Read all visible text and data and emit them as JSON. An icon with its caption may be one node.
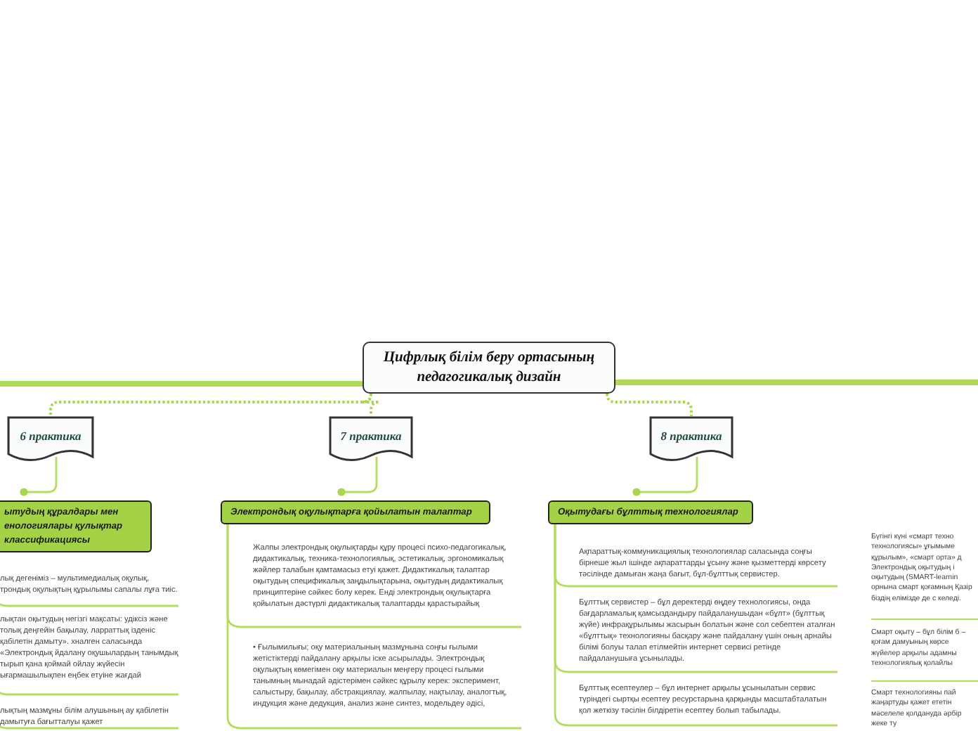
{
  "diagram": {
    "nodes": [
      {
        "text": [
          "Цифрлық білім беру ортасының педагогикалық дизайн"
        ]
      },
      {
        "text": [
          "6 практика"
        ]
      },
      {
        "text": [
          "7 практика"
        ]
      },
      {
        "text": [
          "8 практика"
        ]
      },
      {
        "text": [
          "ытудың құралдары мен енологиялары қулықтар классификациясы"
        ]
      },
      {
        "text": [
          "Электрондық оқулықтарға қойылатын  талаптар"
        ]
      },
      {
        "text": [
          "Оқытудағы бұлттық технологиялар"
        ]
      },
      {
        "text": [
          "лық дегеніміз – мультимедиалық оқулық, трондық оқулықтың құрылымы сапалы лұға тиіс."
        ]
      },
      {
        "text": [
          "лықтан оқытудың негізгі мақсаты: удіксіз және толық деңгейін бақылау, ларраттық ізденіс қабілетін дамыту». хналген саласында «Электрондық йдалану оқушылардың танымдық тырып қана қоймай ойлау жүйесін ығармашылықпен еңбек етуіне жағдай"
        ]
      },
      {
        "text": [
          "лықтың мазмұны білім алушының ау қабілетін дамытуға бағытталуы қажет"
        ]
      },
      {
        "text": [
          "Жалпы электрондық оқулықтарды құру процесі психо-педагогикалық, дидактикалық, техника-технологиялық, эстетикалық, эргономикалық жәйлер талабын қамтамасыз етуі қажет. Дидактикалық талаптар оқытудың спецификалық заңдылықтарына, оқытудың дидактикалық принциптеріне сәйкес болу керек. Енді электрондық оқулықтарға қойылатын дәстүрлі дидактикалық талаптарды қарастырайық"
        ]
      },
      {
        "text": [
          "•     Ғылымилығы; оқу материалының мазмұнына соңғы ғылыми жетістіктерді пайдалану арқылы іске асырылады. Электрондық оқулықтың көмегімен оқу материалын меңгеру процесі ғылыми танымның мынадай әдістерімен сәйкес құрылу керек: эксперимент, салыстыру, бақылау, абстракциялау, жалпылау, нақтылау, аналогтық, индукция және дедукция, анализ және синтез, модельдеу әдісі,"
        ]
      },
      {
        "text": [
          "Ақпараттық-коммуникациялық технологиялар саласында соңғы бірнеше жыл ішінде ақпараттарды ұсыну және қызметтерді көрсету тәсілінде дамыған жаңа бағыт, бұл-бұлттық сервистер."
        ]
      },
      {
        "text": [
          "Бұлттық сервистер – бұл деректерді өңдеу технологиясы, онда бағдарламалық қамсыздандыру пайдаланушыдан «бұлт» (бұлттық жүйе) инфрақұрылымы жасырын болатын және сол себептен аталған «бұлттық» технологияны басқару және пайдалану үшін оның арнайы білімі болуы талап етілмейтін интернет сервисі ретінде пайдаланушыға ұсынылады."
        ]
      },
      {
        "text": [
          "Бұлттық есептеулер – бұл интернет арқылы ұсынылатын сервис түріндегі сыртқы есептеу ресурстарына қарқынды масштабталатын қол жеткізу тәсілін білдіретін есептеу болып табылады."
        ]
      },
      {
        "text": [
          "Бүгінгі күні «смарт техно технологиясы» ұғымыме құрылым», «смарт орта» д Электрондық оқытудың і оқытудың (SMART-learnin орнына смарт қоғамның Қазір біздің елімізде де с келеді."
        ]
      },
      {
        "text": [
          "Смарт оқыту – бұл білім б – қоғам дамуының көрсе жүйелер арқылы адамны технологиялық қолайлы"
        ]
      },
      {
        "text": [
          "Смарт технологияны пай жаңартуды қажет ететін мәселеле қолдануда әрбір жеке ту"
        ]
      }
    ],
    "edges": [
      {
        "from": null,
        "to": 0,
        "arrow": "none",
        "style": "thick"
      },
      {
        "from": 0,
        "to": null,
        "arrow": "none",
        "style": "thick"
      },
      {
        "from": 0,
        "to": 1,
        "arrow": "none",
        "style": "dashed"
      },
      {
        "from": 0,
        "to": 2,
        "arrow": "none",
        "style": "dashed"
      },
      {
        "from": 0,
        "to": 3,
        "arrow": "none",
        "style": "dashed"
      },
      {
        "from": 1,
        "to": 4,
        "arrow": "other"
      },
      {
        "from": 2,
        "to": 5,
        "arrow": "other"
      },
      {
        "from": 3,
        "to": 6,
        "arrow": "other"
      },
      {
        "from": 4,
        "to": 7,
        "arrow": "none"
      },
      {
        "from": 4,
        "to": 8,
        "arrow": "none"
      },
      {
        "from": 4,
        "to": 9,
        "arrow": "none"
      },
      {
        "from": 5,
        "to": 10,
        "arrow": "none"
      },
      {
        "from": 5,
        "to": 11,
        "arrow": "none"
      },
      {
        "from": 6,
        "to": 12,
        "arrow": "none"
      },
      {
        "from": 6,
        "to": 13,
        "arrow": "none"
      },
      {
        "from": 6,
        "to": 14,
        "arrow": "none"
      }
    ]
  }
}
